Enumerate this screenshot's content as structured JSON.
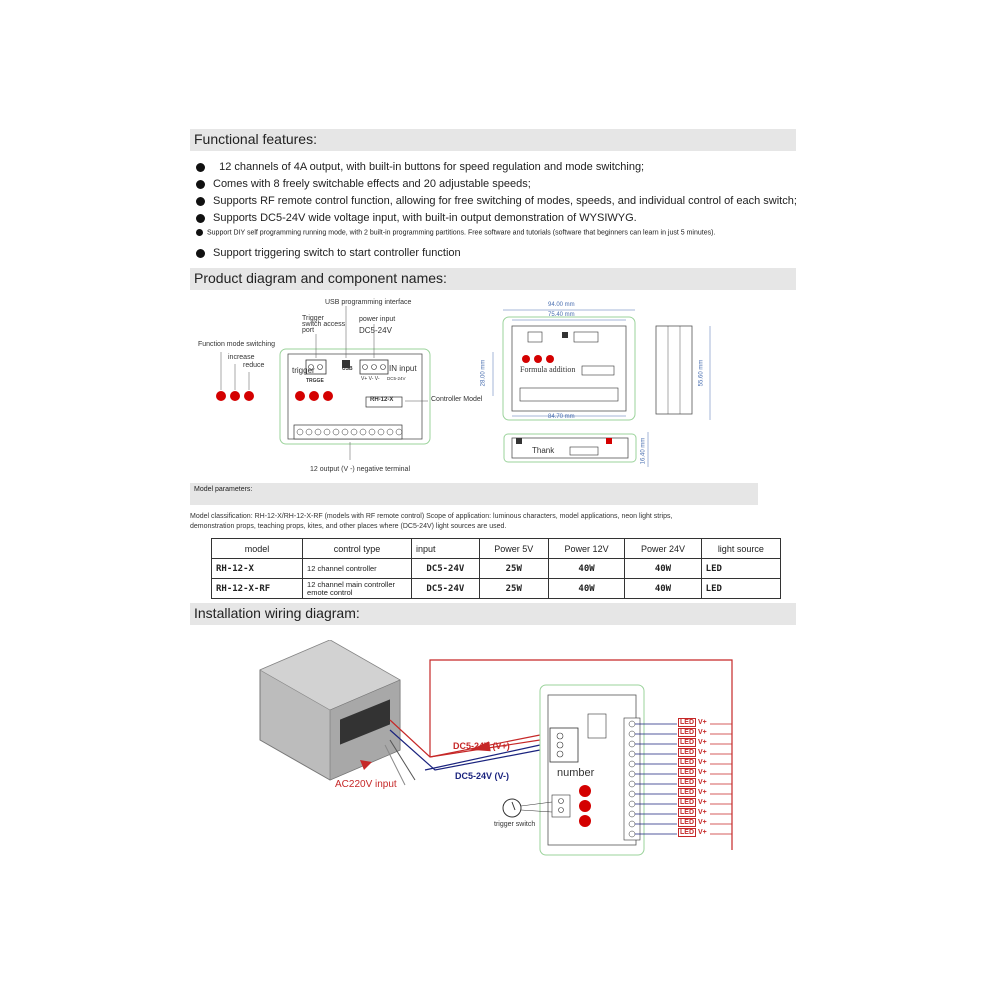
{
  "sections": {
    "features_title": "Functional features:",
    "diagram_title": "Product diagram and component names:",
    "params_title": "Model parameters:",
    "wiring_title": "Installation wiring diagram:"
  },
  "features": [
    "12 channels of 4A output, with built-in buttons for speed regulation and mode switching;",
    "Comes with 8 freely switchable effects and 20 adjustable speeds;",
    "Supports RF remote control function, allowing for free switching of modes, speeds, and individual control of each switch;",
    "Supports DC5-24V wide voltage input, with built-in output demonstration of WYSIWYG.",
    "Support DIY self programming running mode, with 2 built-in programming partitions. Free software and tutorials (software that beginners can learn in just 5 minutes).",
    "Support triggering switch to start controller function"
  ],
  "component_labels": {
    "usb": "USB programming interface",
    "trigger": "Trigger",
    "trigger_access": "switch access",
    "port": "port",
    "power_input": "power input",
    "dc": "DC5-24V",
    "function_mode": "Function mode switching",
    "increase": "increase",
    "reduce": "reduce",
    "trigger_small": "trigger",
    "trigge": "TRGGE",
    "usb_small": "USB",
    "in_input": "IN input",
    "controller_model": "Controller Model",
    "model_badge": "RH-12-X",
    "output": "12 output (V -) negative terminal",
    "vvv": "V+ V- V-",
    "dc_small": "DC5-24V"
  },
  "dimensions": {
    "w1": "94.00 mm",
    "w2": "75.40 mm",
    "w3": "84.70 mm",
    "h1": "28.00 mm",
    "h2": "55.60 mm",
    "h3": "16.40 mm",
    "formula": "Formula addition",
    "thank": "Thank"
  },
  "model_params": {
    "classification": "Model classification: RH-12-X/RH-12-X-RF (models with RF remote control) Scope of application: luminous characters, model applications, neon light strips,",
    "classification2": "demonstration props, teaching props, kites, and other places where (DC5-24V) light sources are used.",
    "headers": [
      "model",
      "control type",
      "input",
      "Power 5V",
      "Power 12V",
      "Power 24V",
      "light source"
    ],
    "rows": [
      [
        "RH-12-X",
        "12 channel controller",
        "DC5-24V",
        "25W",
        "40W",
        "40W",
        "LED"
      ],
      [
        "RH-12-X-RF",
        "12 channel main controller emote control",
        "DC5-24V",
        "25W",
        "40W",
        "40W",
        "LED"
      ]
    ]
  },
  "wiring": {
    "vplus": "DC5-24V (V+)",
    "vminus": "DC5-24V (V-)",
    "ac": "AC220V input",
    "number": "number",
    "trigger_switch": "trigger switch",
    "led": "LED",
    "vp": "V+"
  }
}
